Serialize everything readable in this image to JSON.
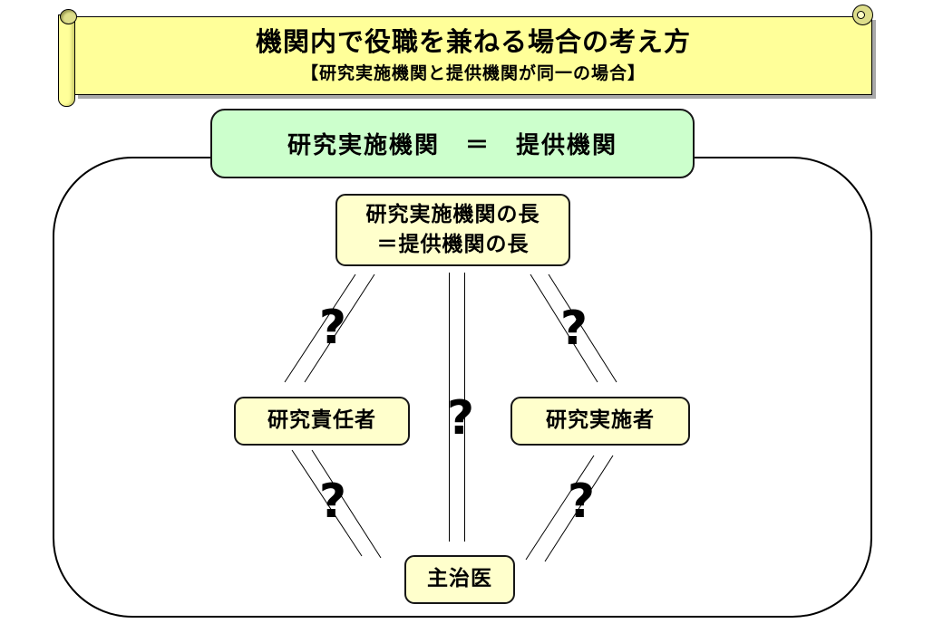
{
  "banner": {
    "title": "機関内で役職を兼ねる場合の考え方",
    "subtitle": "【研究実施機関と提供機関が同一の場合】"
  },
  "equality_box": {
    "label": "研究実施機関　＝　提供機関"
  },
  "nodes": {
    "head": {
      "line1": "研究実施機関の長",
      "line2": "＝提供機関の長"
    },
    "left": {
      "label": "研究責任者"
    },
    "right": {
      "label": "研究実施者"
    },
    "bottom": {
      "label": "主治医"
    }
  },
  "connectors": [
    {
      "from": "head",
      "to": "left",
      "label": "?"
    },
    {
      "from": "head",
      "to": "bottom",
      "label": "?"
    },
    {
      "from": "head",
      "to": "right",
      "label": "?"
    },
    {
      "from": "left",
      "to": "bottom",
      "label": "?"
    },
    {
      "from": "right",
      "to": "bottom",
      "label": "?"
    }
  ],
  "colors": {
    "banner_fill": "#FFFF99",
    "equality_fill": "#CCFFCC",
    "node_fill": "#FFFFCC",
    "outline": "#000000"
  }
}
